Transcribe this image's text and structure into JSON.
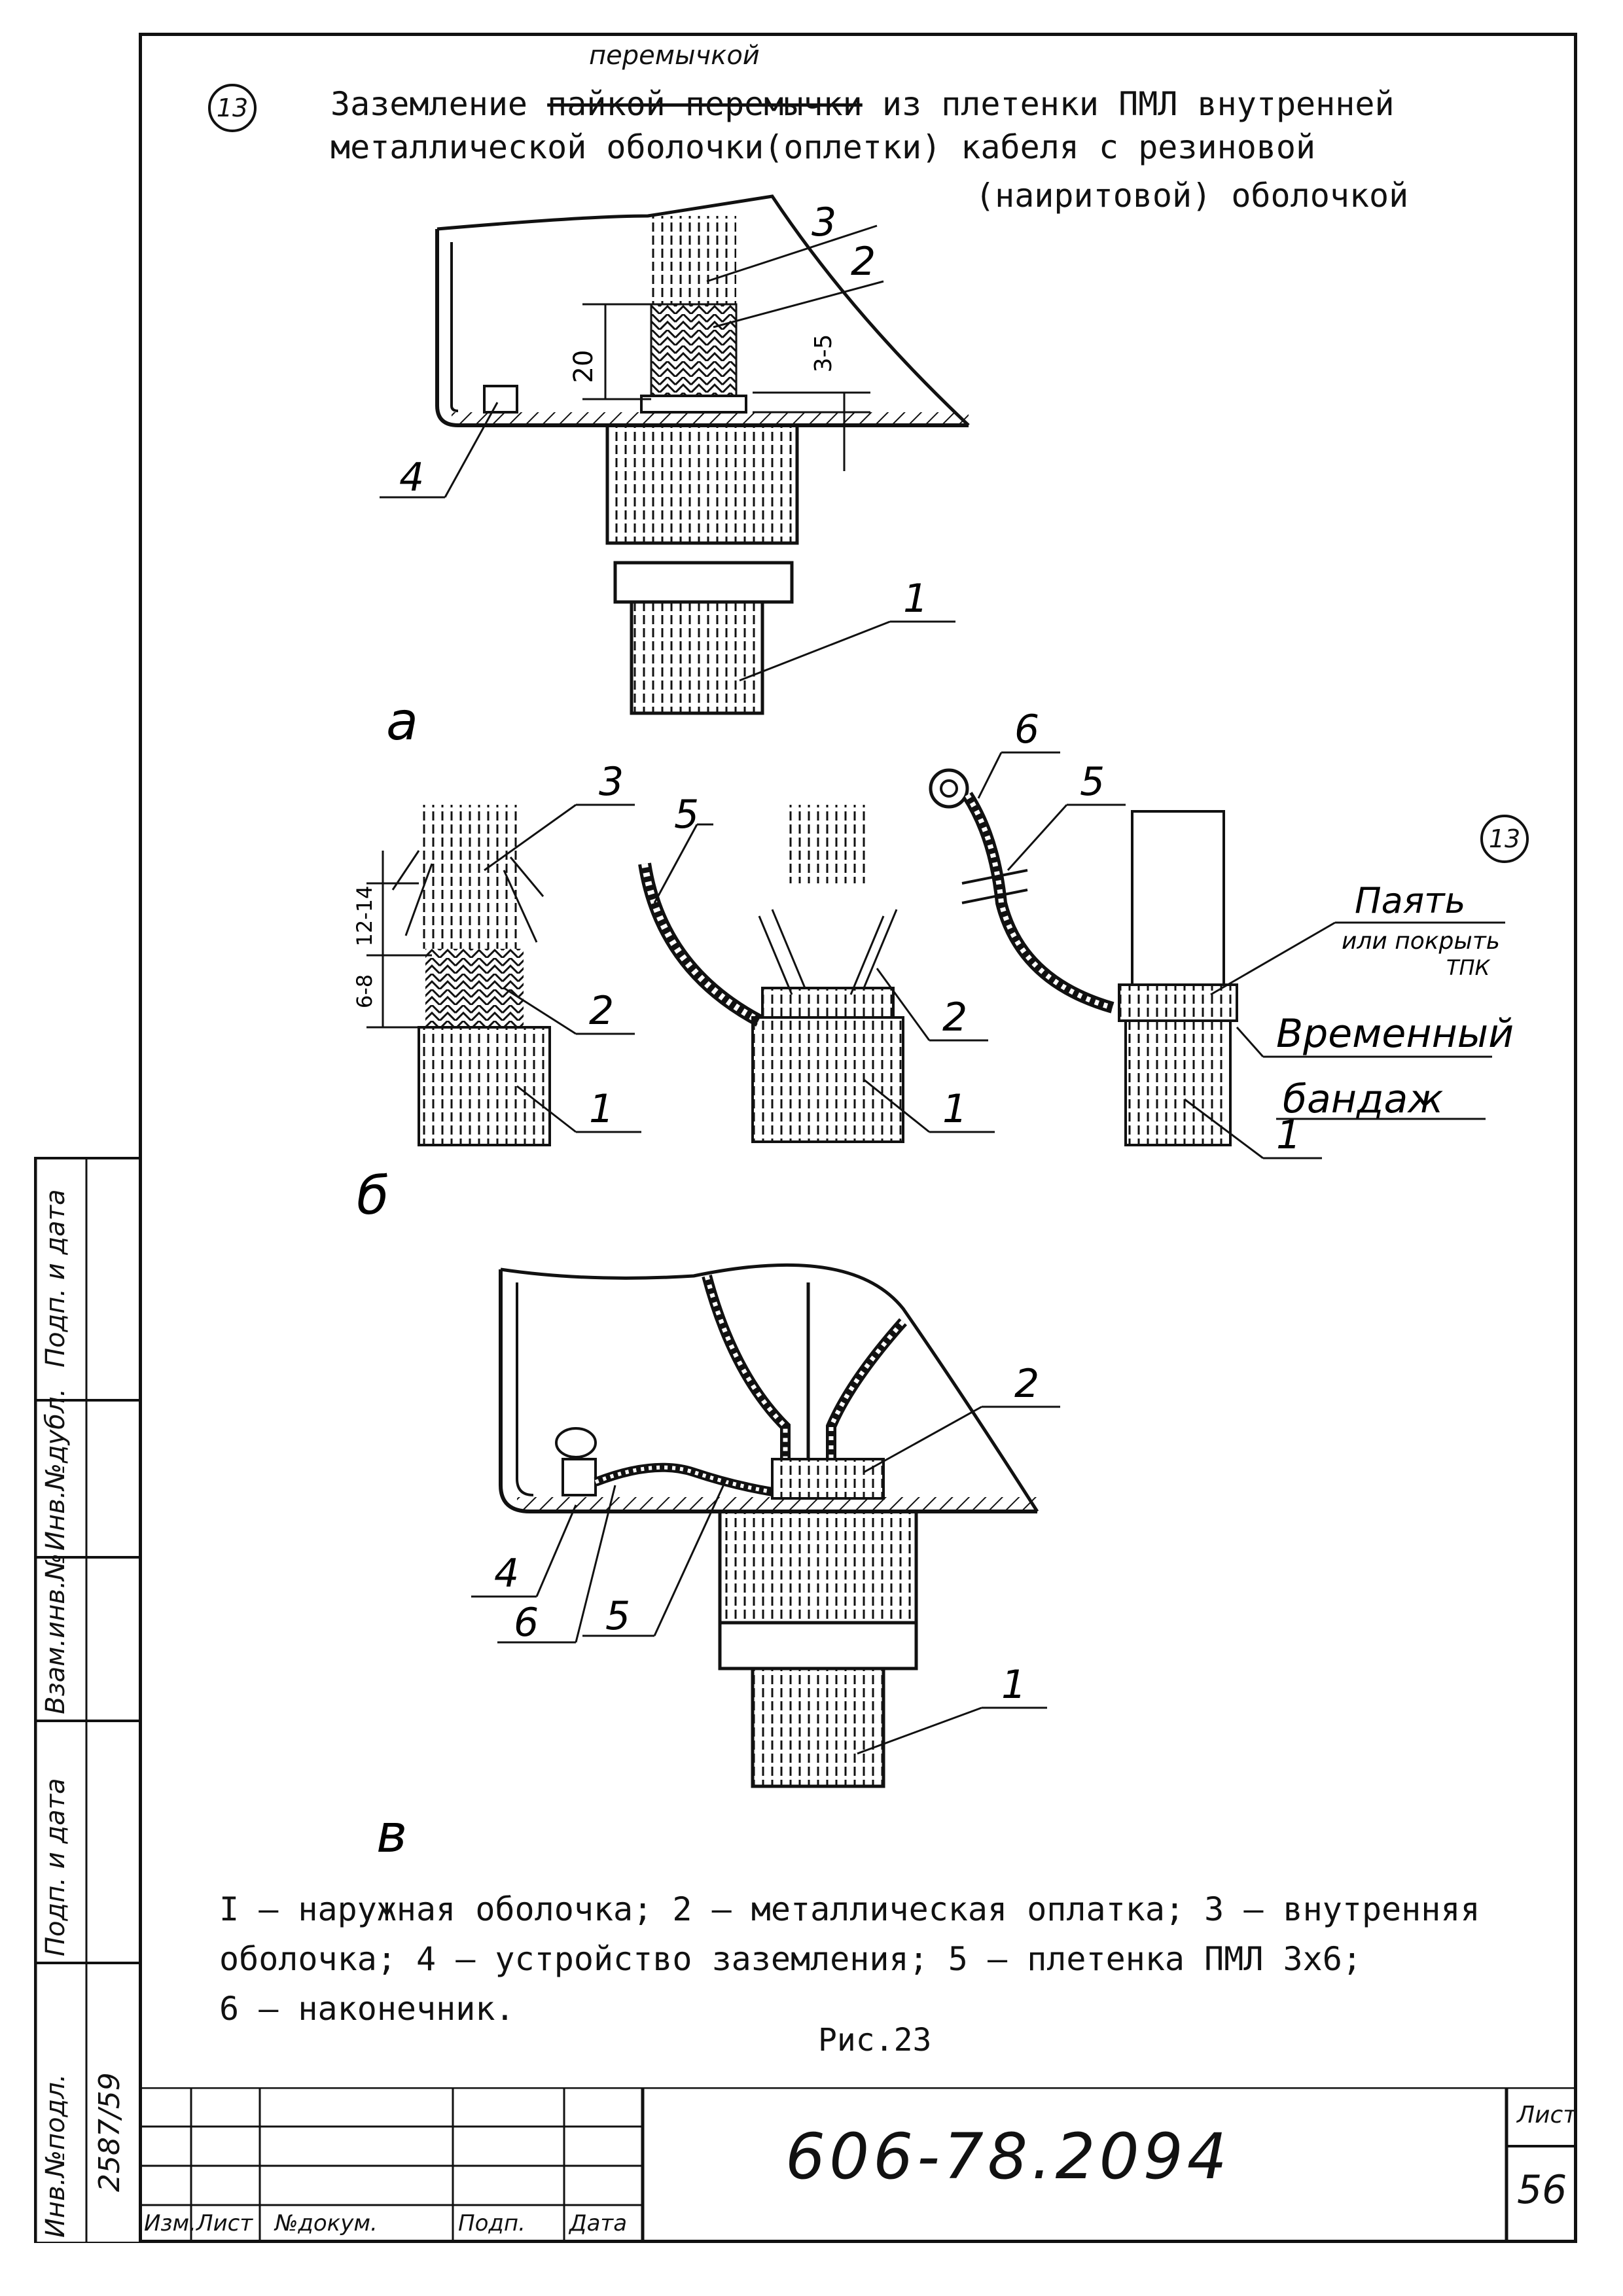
{
  "title": {
    "insert": "перемычкой",
    "line1_prefix": "Заземление",
    "line1_struck": "пайкой перемычки",
    "line1_rest": "из плетенки ПМЛ внутренней",
    "line2": "металлической оболочки(оплетки) кабеля с резиновой",
    "line3": "(наиритовой) оболочкой",
    "badge": "13"
  },
  "figures": {
    "a": {
      "label": "а",
      "dim_20": "20",
      "dim_3_5": "3-5",
      "callouts": [
        "3",
        "2",
        "4",
        "1"
      ]
    },
    "b": {
      "label": "б",
      "dim_12_14": "12-14",
      "dim_6_8": "6-8",
      "callouts": [
        "3",
        "2",
        "1",
        "5",
        "2",
        "1",
        "6",
        "5",
        "1"
      ],
      "badge": "13",
      "note_solder": "Паять",
      "note_solder2": "или покрыть",
      "note_solder3": "ТПК",
      "note_band1": "Временный",
      "note_band2": "бандаж"
    },
    "v": {
      "label": "в",
      "callouts": [
        "2",
        "4",
        "6",
        "5",
        "1"
      ]
    }
  },
  "legend": {
    "line1": "I – наружная оболочка; 2 – металлическая оплатка; 3 – внутренняя",
    "line2": "оболочка; 4 – устройство заземления; 5 – плетенка ПМЛ 3х6;",
    "line3": "6 – наконечник."
  },
  "caption": "Рис.23",
  "stamp": {
    "col_izm": "Изм.",
    "col_list": "Лист",
    "col_doc": "№докум.",
    "col_podp": "Подп.",
    "col_data": "Дата",
    "doc_number": "606-78.2094",
    "sheet_label": "Лист",
    "sheet_number": "56"
  },
  "side_stamp": {
    "inv_podl": "Инв.№подл.",
    "podp_data1": "Подп. и дата",
    "vzam_inv": "Взам.инв.№",
    "inv_dubl": "Инв.№дубл.",
    "podp_data2": "Подп. и дата",
    "inv_number": "2587/59"
  }
}
